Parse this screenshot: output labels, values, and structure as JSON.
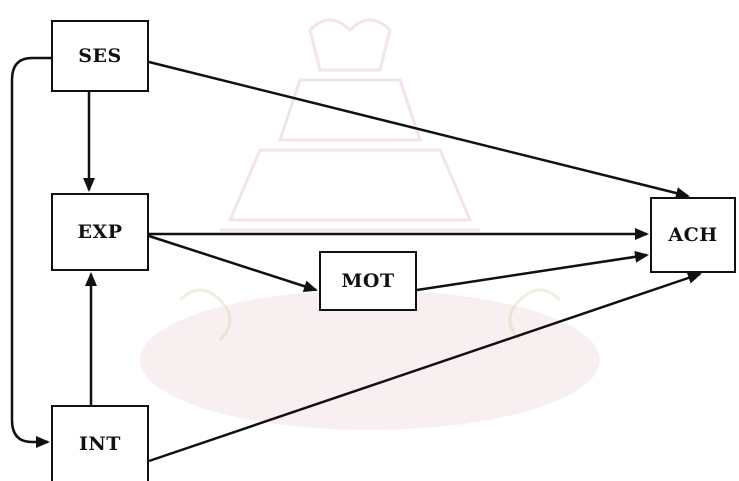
{
  "diagram": {
    "nodes": {
      "ses": "SES",
      "exp": "EXP",
      "mot": "MOT",
      "ach": "ACH",
      "int": "INT"
    },
    "edges": [
      {
        "from": "SES",
        "to": "EXP"
      },
      {
        "from": "SES",
        "to": "ACH"
      },
      {
        "from": "SES",
        "to": "INT"
      },
      {
        "from": "INT",
        "to": "EXP"
      },
      {
        "from": "EXP",
        "to": "ACH"
      },
      {
        "from": "EXP",
        "to": "MOT"
      },
      {
        "from": "MOT",
        "to": "ACH"
      },
      {
        "from": "INT",
        "to": "ACH"
      }
    ],
    "colors": {
      "line": "#111111",
      "watermark": "#e8c9c9"
    }
  }
}
